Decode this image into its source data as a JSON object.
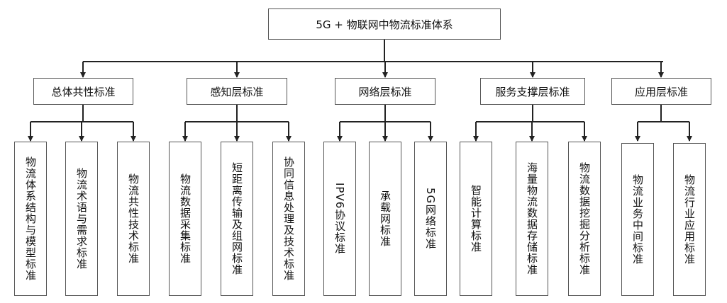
{
  "root": {
    "label": "5G + 物联网中物流标准体系"
  },
  "categories": [
    {
      "label": "总体共性标准",
      "leaves": [
        "物流体系结构与模型标准",
        "物流术语与需求标准",
        "物流共性技术标准"
      ]
    },
    {
      "label": "感知层标准",
      "leaves": [
        "物流数据采集标准",
        "短距离传输及组网标准",
        "协同信息处理及技术标准"
      ]
    },
    {
      "label": "网络层标准",
      "leaves": [
        "IPV6协议标准",
        "承载网标准",
        "5G网络标准"
      ]
    },
    {
      "label": "服务支撑层标准",
      "leaves": [
        "智能计算标准",
        "海量物流数据存储标准",
        "物流数据挖掘分析标准"
      ]
    },
    {
      "label": "应用层标准",
      "leaves": [
        "物流业务中间标准",
        "物流行业应用标准"
      ]
    }
  ],
  "colors": {
    "line": "#222222",
    "border": "#555555",
    "text": "#111111"
  }
}
